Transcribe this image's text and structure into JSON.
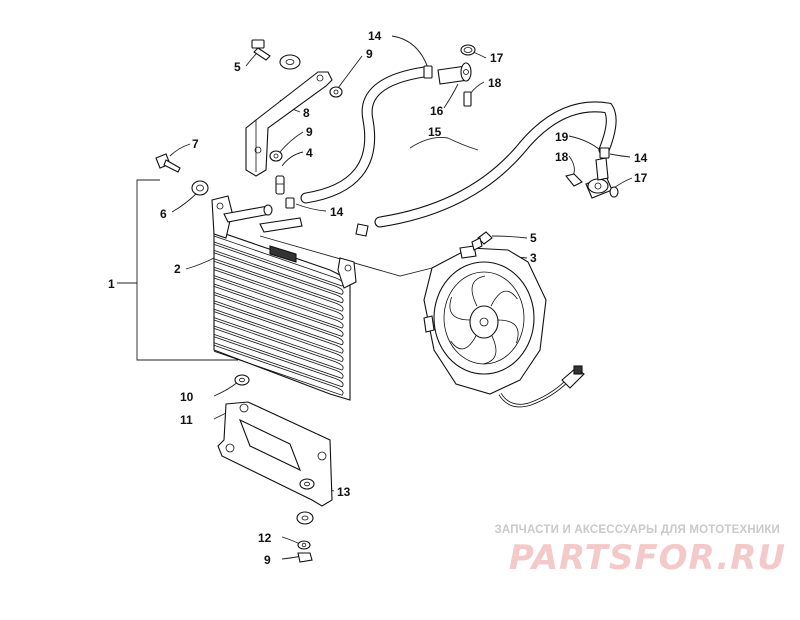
{
  "callouts": {
    "c1": "1",
    "c2": "2",
    "c3": "3",
    "c4": "4",
    "c5a": "5",
    "c5b": "5",
    "c6": "6",
    "c7": "7",
    "c8": "8",
    "c9a": "9",
    "c9b": "9",
    "c9c": "9",
    "c10": "10",
    "c11": "11",
    "c12": "12",
    "c13": "13",
    "c14a": "14",
    "c14b": "14",
    "c14c": "14",
    "c15": "15",
    "c16": "16",
    "c17a": "17",
    "c17b": "17",
    "c18a": "18",
    "c18b": "18",
    "c19": "19"
  },
  "watermark": {
    "tagline": "ЗАПЧАСТИ И АКСЕССУАРЫ ДЛЯ МОТОТЕХНИКИ",
    "logo": "PARTSFOR.RU"
  },
  "colors": {
    "line": "#111111",
    "watermark_logo": "#f4c9c9",
    "watermark_text": "#c9c9c9"
  }
}
